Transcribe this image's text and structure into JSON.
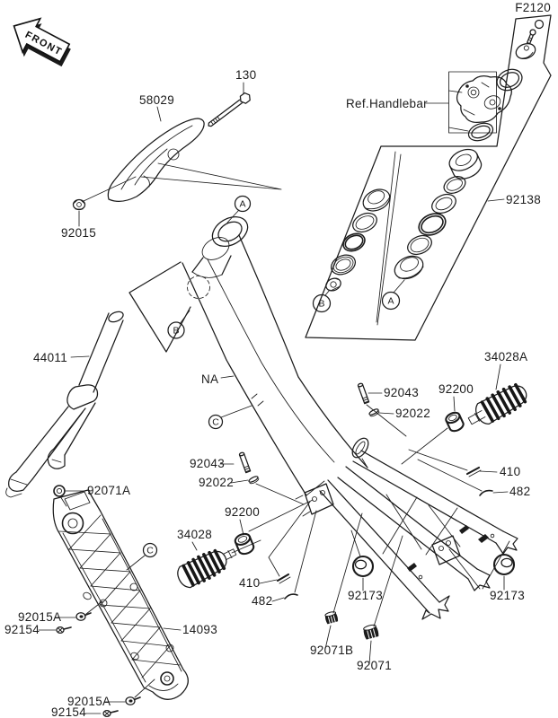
{
  "figure_code": "F2120",
  "front": "FRONT",
  "callouts": {
    "a": "A",
    "b": "B",
    "c": "C"
  },
  "labels": {
    "bolt_130": "130",
    "cover_58029": "58029",
    "ref_handlebar": "Ref.Handlebar",
    "steering_kit_92138": "92138",
    "nut_92015": "92015",
    "fork_44011": "44011",
    "frame_na": "NA",
    "footpeg_right_34028a": "34028A",
    "pin_right_92043": "92043",
    "collar_right_92200": "92200",
    "washer_right_92022": "92022",
    "washer_right_410": "410",
    "clip_right_482": "482",
    "grommet_92071a": "92071A",
    "pin_left_92043": "92043",
    "washer_left_92022": "92022",
    "collar_left_92200": "92200",
    "footpeg_left_34028": "34028",
    "washer_left_410": "410",
    "clip_left_482": "482",
    "damper_left_92173": "92173",
    "damper_right_92173": "92173",
    "bolt_92015a_top": "92015A",
    "screw_92154_top": "92154",
    "guard_14093": "14093",
    "grommet_92071b": "92071B",
    "grommet_92071": "92071",
    "bolt_92015a_bottom": "92015A",
    "screw_92154_bottom": "92154"
  }
}
